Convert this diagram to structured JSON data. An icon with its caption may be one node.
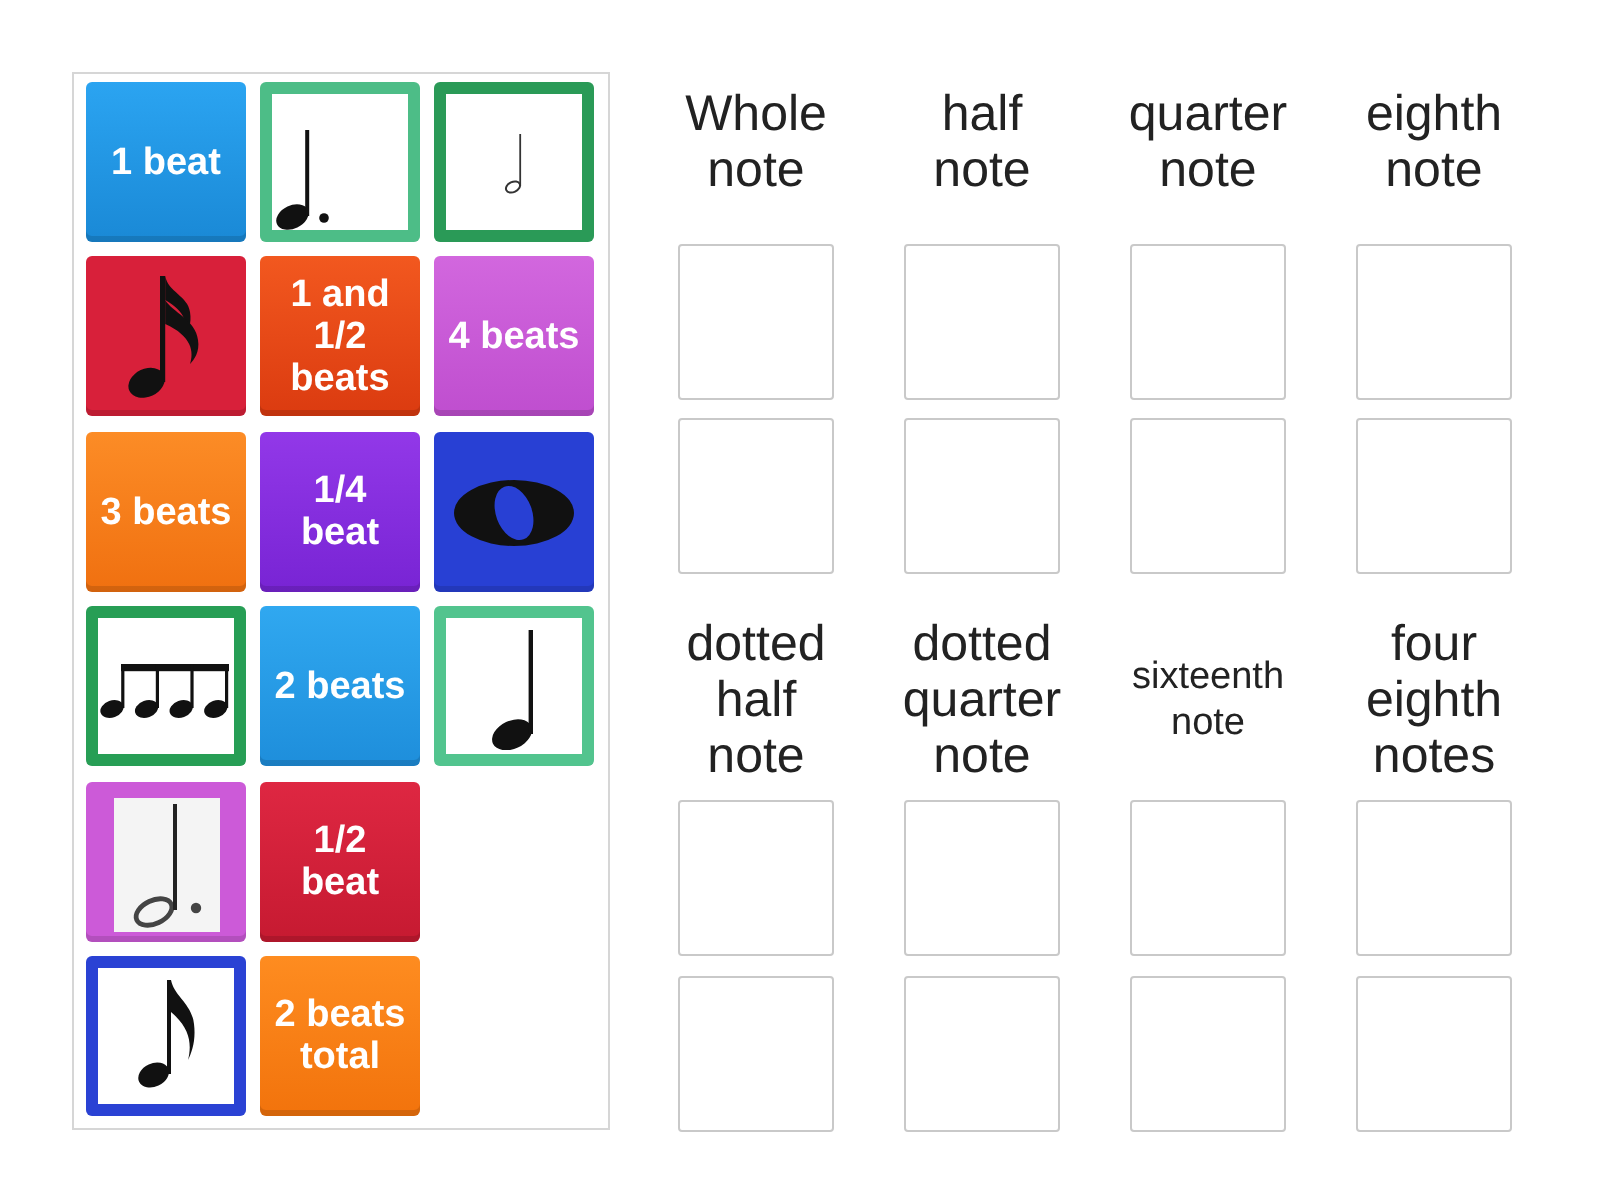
{
  "diagram": {
    "nodes": [
      {
        "text": [],
        "shape": "box"
      },
      {
        "text": [
          "1 beat"
        ],
        "in": 0
      },
      {
        "text": [],
        "shape": "picture",
        "in": 0
      },
      {
        "text": [],
        "shape": "picture",
        "in": 0
      },
      {
        "text": [],
        "shape": "picture",
        "in": 0
      },
      {
        "text": [
          "1 and 1/2 beats"
        ],
        "in": 0
      },
      {
        "text": [
          "4 beats"
        ],
        "in": 0
      },
      {
        "text": [
          "3 beats"
        ],
        "in": 0
      },
      {
        "text": [
          "1/4 beat"
        ],
        "in": 0
      },
      {
        "text": [],
        "shape": "picture",
        "in": 0
      },
      {
        "text": [],
        "shape": "picture",
        "in": 0
      },
      {
        "text": [
          "2 beats"
        ],
        "in": 0
      },
      {
        "text": [],
        "shape": "picture",
        "in": 0
      },
      {
        "text": [],
        "shape": "picture",
        "in": 0
      },
      {
        "text": [
          "1/2 beat"
        ],
        "in": 0
      },
      {
        "text": [],
        "shape": "picture",
        "in": 0
      },
      {
        "text": [
          "2 beats total"
        ],
        "in": 0
      },
      {
        "text": [],
        "shape": "box"
      },
      {
        "text": [],
        "shape": "box"
      },
      {
        "text": [],
        "shape": "box"
      },
      {
        "text": [],
        "shape": "box"
      },
      {
        "text": [],
        "shape": "box"
      },
      {
        "text": [],
        "shape": "box"
      },
      {
        "text": [],
        "shape": "box"
      },
      {
        "text": [],
        "shape": "box"
      },
      {
        "text": [],
        "shape": "box"
      },
      {
        "text": [],
        "shape": "box"
      },
      {
        "text": [],
        "shape": "box"
      },
      {
        "text": [],
        "shape": "box"
      },
      {
        "text": [],
        "shape": "box"
      },
      {
        "text": [],
        "shape": "box"
      },
      {
        "text": [],
        "shape": "box"
      },
      {
        "text": [],
        "shape": "box"
      }
    ],
    "labels": [
      "Whole note",
      "half note",
      "quarter note",
      "eighth note",
      "dotted half note",
      "dotted quarter note",
      "sixteenth note",
      "four eighth notes"
    ]
  }
}
